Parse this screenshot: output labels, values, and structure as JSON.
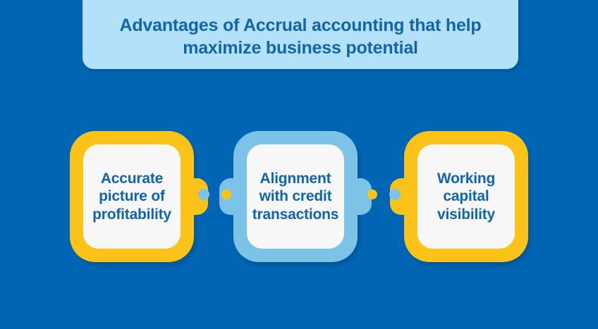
{
  "theme": {
    "background": "#0066b4",
    "banner_bg": "#b3e1f9",
    "title_color": "#1265a8",
    "card_fill": "#f7f7f7",
    "card_text": "#0f64ae",
    "accent_yellow": "#fbc217",
    "accent_light_blue": "#7dc3e8"
  },
  "banner": {
    "title": "Advantages of Accrual accounting that help\nmaximize business potential"
  },
  "cards": [
    {
      "id": "accurate-picture-of-profitability",
      "label": "Accurate\npicture of\nprofitability",
      "border_color": "#fbc217",
      "border_style": "yellow"
    },
    {
      "id": "alignment-with-credit-transactions",
      "label": "Alignment\nwith credit\ntransactions",
      "border_color": "#7dc3e8",
      "border_style": "light-blue"
    },
    {
      "id": "working-capital-visibility",
      "label": "Working\ncapital\nvisibility",
      "border_color": "#fbc217",
      "border_style": "yellow"
    }
  ],
  "connectors": [
    {
      "id": "connector-1",
      "from": "accurate-picture-of-profitability",
      "to": "alignment-with-credit-transactions",
      "dots": [
        "light-blue",
        "yellow"
      ]
    },
    {
      "id": "connector-2",
      "from": "alignment-with-credit-transactions",
      "to": "working-capital-visibility",
      "dots": [
        "yellow",
        "light-blue"
      ]
    }
  ]
}
